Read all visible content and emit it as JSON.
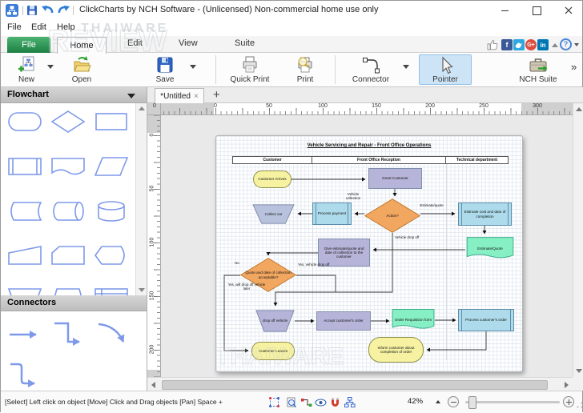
{
  "window": {
    "title": "ClickCharts by NCH Software - (Unlicensed) Non-commercial home use only"
  },
  "menu": {
    "items": [
      "File",
      "Edit",
      "Help"
    ]
  },
  "tabs": {
    "items": [
      "File",
      "Home",
      "Edit",
      "View",
      "Suite"
    ],
    "active": "Home"
  },
  "social": {
    "facebook": "f",
    "gplus": "G+",
    "linkedin": "in",
    "help": "?"
  },
  "toolbar": {
    "new": "New",
    "open": "Open",
    "save": "Save",
    "quick_print": "Quick Print",
    "print": "Print",
    "connector": "Connector",
    "pointer": "Pointer",
    "nch_suite": "NCH Suite",
    "overflow": "»"
  },
  "sidebar": {
    "flowchart_title": "Flowchart",
    "connectors_title": "Connectors"
  },
  "doc": {
    "tab": "*Untitled",
    "close": "×",
    "add": "+"
  },
  "rulers": {
    "corner": "0",
    "h": [
      "0",
      "50",
      "100",
      "150",
      "200",
      "250",
      "300"
    ],
    "v": [
      "0",
      "50",
      "100",
      "150",
      "200"
    ]
  },
  "flowchart": {
    "title": "Vehicle Servicing and Repair - Front Office Operations",
    "lanes": [
      "Customer",
      "Front Office Reception",
      "Technical department"
    ],
    "nodes": [
      {
        "label": "Customer Arrives"
      },
      {
        "label": "Greet Customer"
      },
      {
        "label": "Collect car"
      },
      {
        "label": "Process payment"
      },
      {
        "label": "Action?"
      },
      {
        "label": "Estimate cost and date of completion"
      },
      {
        "label": "Estimate/Quote"
      },
      {
        "label": "Give estimate/quote and date of collection to the customer"
      },
      {
        "label": "Quote and date of collection acceptable?"
      },
      {
        "label": "drop off vehicle"
      },
      {
        "label": "Accept customer's order"
      },
      {
        "label": "Order Requisition form"
      },
      {
        "label": "Process customer's order"
      },
      {
        "label": "Customer Leaves"
      },
      {
        "label": "Inform customer about completion of order"
      }
    ],
    "edge_labels": [
      "Vehicle collection",
      "Estimate/quote",
      "Vehicle drop off",
      "No",
      "Yes, vehicle drop off",
      "Yes, will drop off vehicle later"
    ]
  },
  "statusbar": {
    "hint": "[Select] Left click on object  [Move] Click and Drag objects  [Pan] Space +",
    "zoom": "42%"
  },
  "watermark": {
    "line1": "THAIWARE",
    "line2": "REVIEW"
  }
}
